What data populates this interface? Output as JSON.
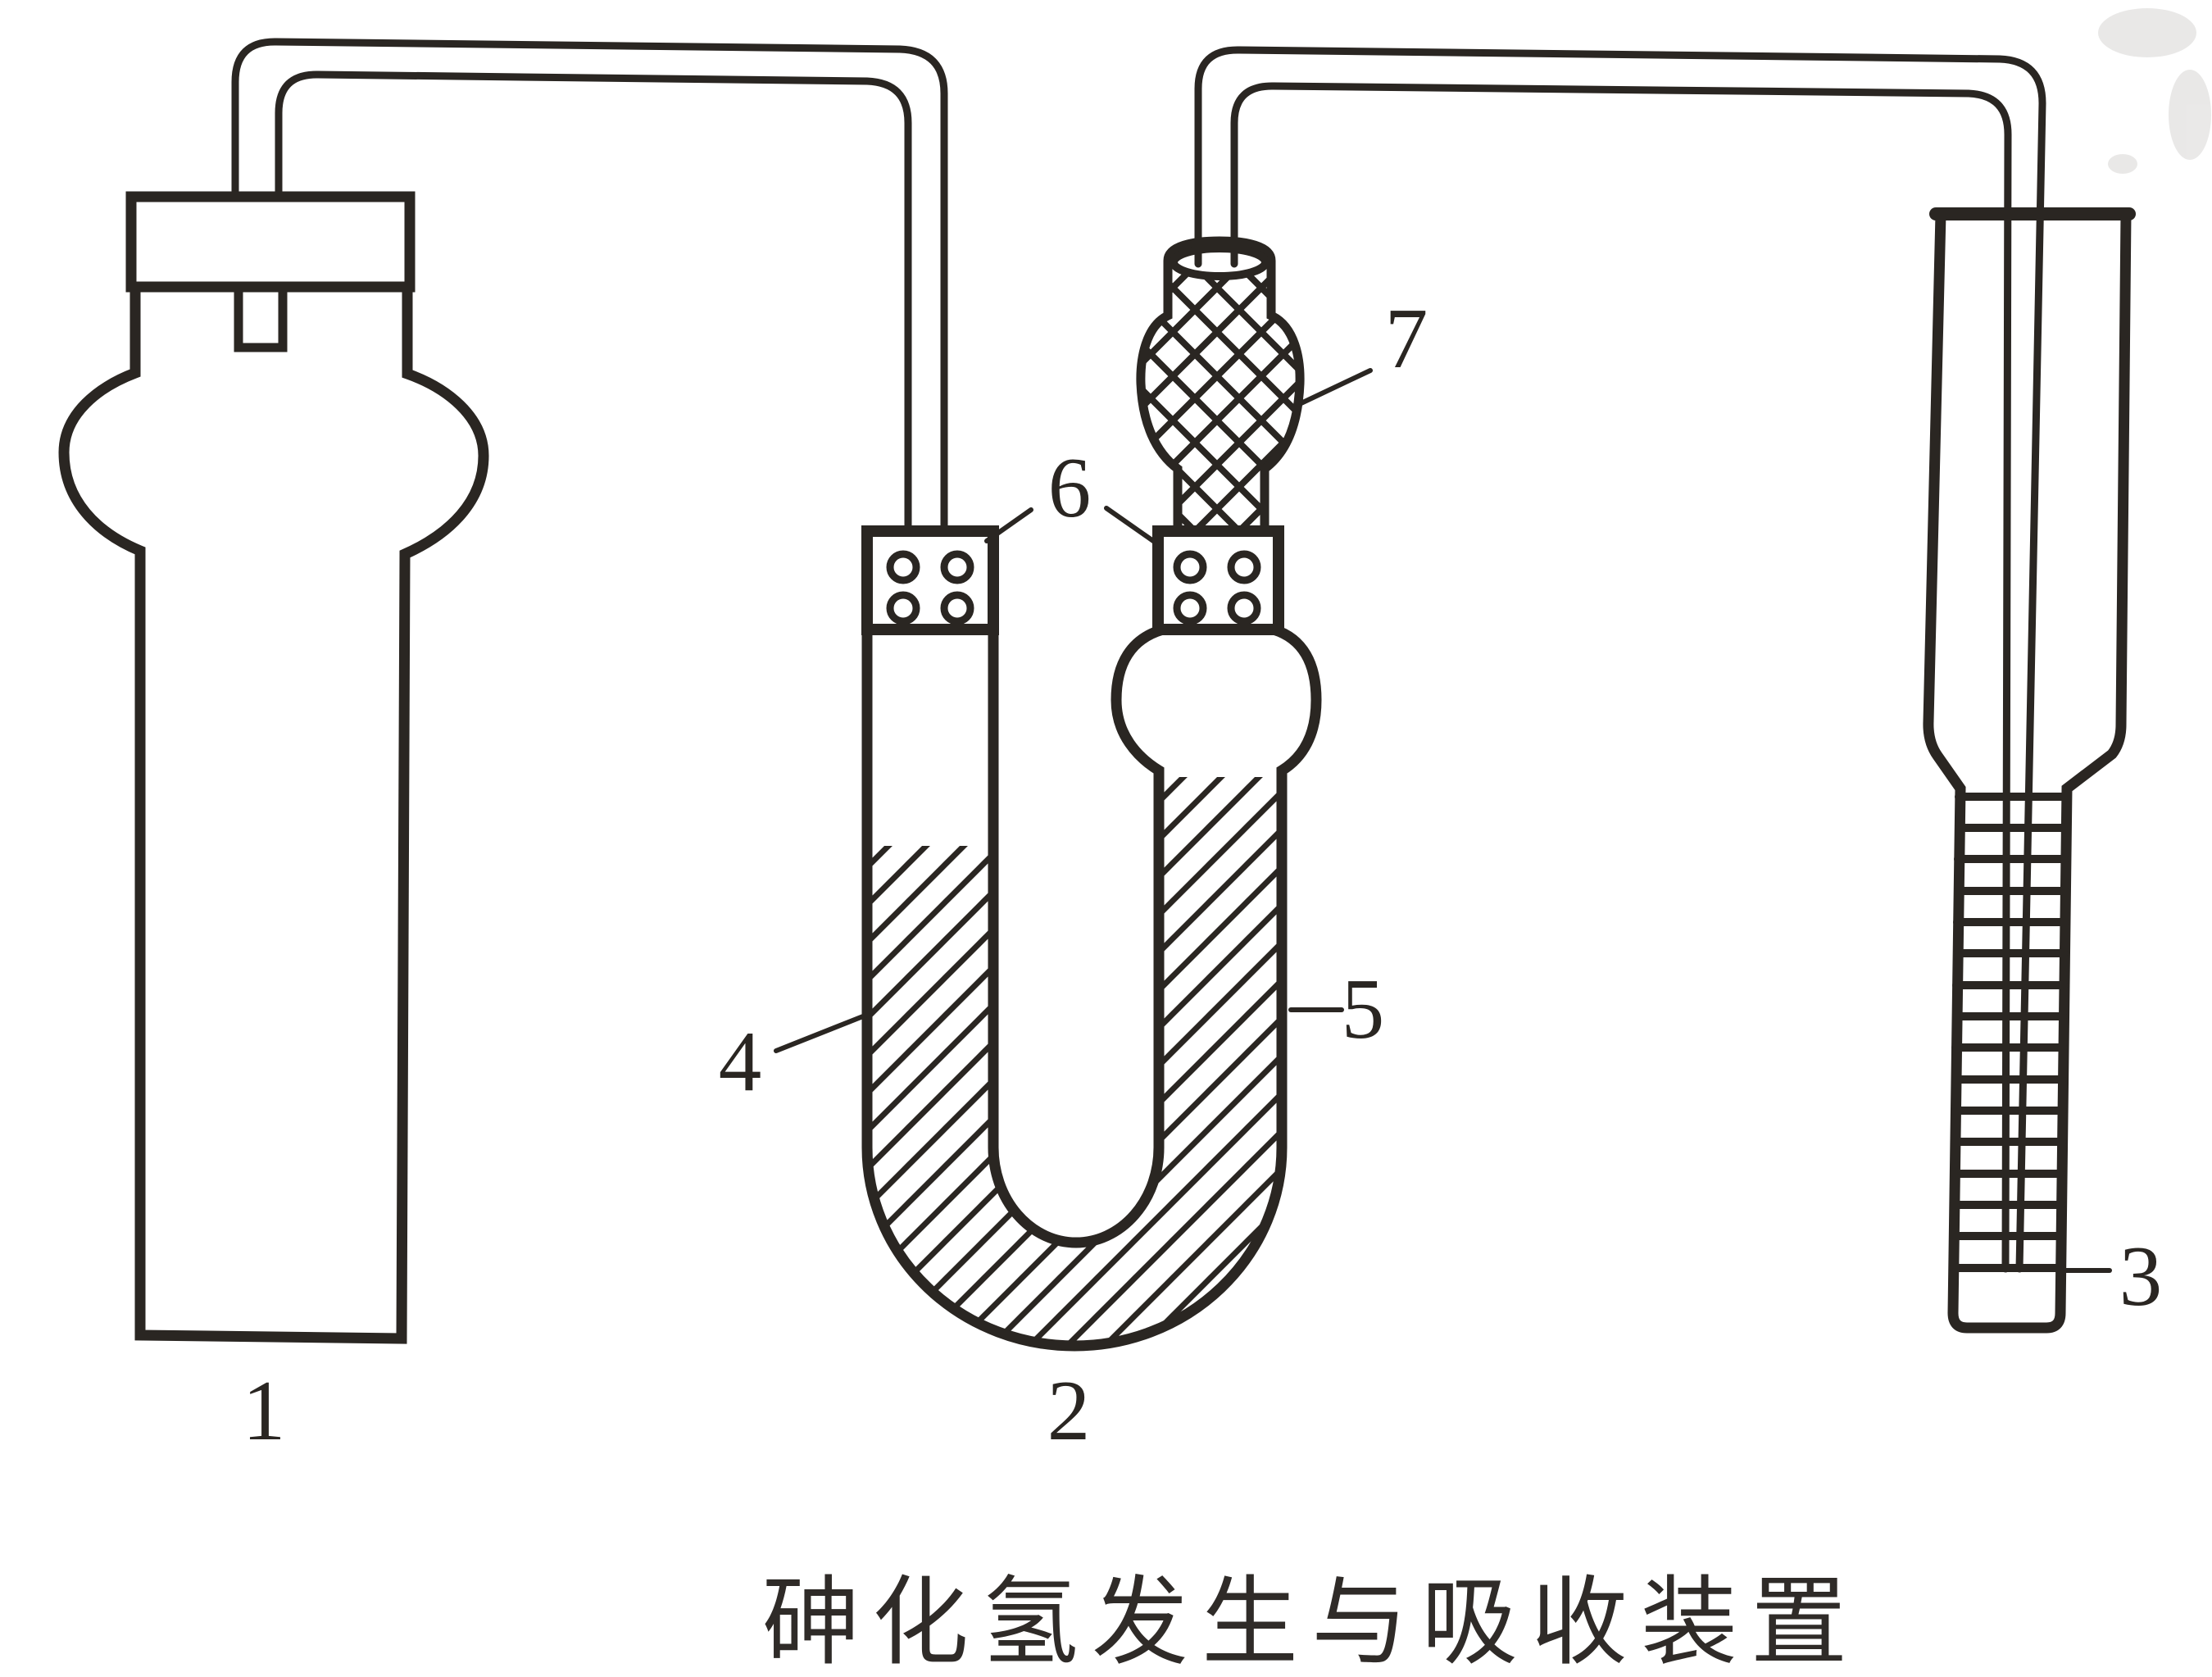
{
  "diagram": {
    "caption": "砷化氢发生与吸收装置",
    "labels": {
      "generator_flask": "1",
      "u_tube": "2",
      "absorption_tube": "3",
      "u_tube_left_arm": "4",
      "u_tube_right_arm": "5",
      "stoppers": "6",
      "scrubber_bulb": "7"
    },
    "colors": {
      "ink": "#2a2622",
      "paper": "#ffffff"
    }
  }
}
